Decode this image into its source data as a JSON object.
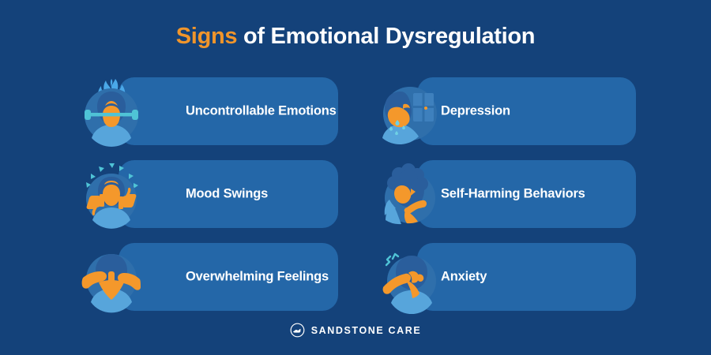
{
  "title": {
    "accent_text": "Signs",
    "rest_text": " of Emotional Dysregulation"
  },
  "colors": {
    "background": "#14427a",
    "card": "#2467a8",
    "accent_orange": "#f0952b",
    "text_white": "#ffffff",
    "icon_circle": "#2f6fab",
    "icon_dark_blue": "#2a5e9c",
    "icon_light_blue": "#57a5db",
    "icon_teal": "#4fc3d6"
  },
  "items": [
    {
      "label": "Uncontrollable Emotions",
      "icon": "head-on-fire-gagged-icon",
      "column": "left",
      "row": 0
    },
    {
      "label": "Depression",
      "icon": "crying-person-window-icon",
      "column": "right",
      "row": 0
    },
    {
      "label": "Mood Swings",
      "icon": "thumbs-up-down-person-icon",
      "column": "left",
      "row": 1
    },
    {
      "label": "Self-Harming Behaviors",
      "icon": "person-examining-arm-icon",
      "column": "right",
      "row": 1
    },
    {
      "label": "Overwhelming Feelings",
      "icon": "hands-covering-face-icon",
      "column": "left",
      "row": 2
    },
    {
      "label": "Anxiety",
      "icon": "nail-biting-person-icon",
      "column": "right",
      "row": 2
    }
  ],
  "footer": {
    "brand": "SANDSTONE CARE",
    "logo_icon": "sandstone-care-circle-logo"
  }
}
